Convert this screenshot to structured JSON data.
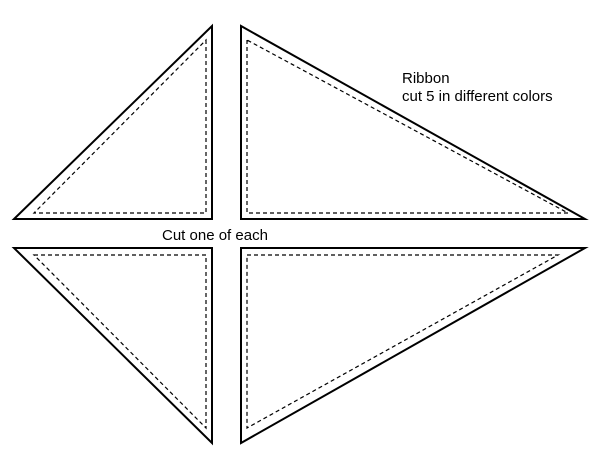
{
  "ribbon": {
    "title": "Ribbon",
    "note": "cut 5 in different colors"
  },
  "instruction": "Cut one of each",
  "colors": {
    "outline": "#000000",
    "background": "#ffffff"
  }
}
